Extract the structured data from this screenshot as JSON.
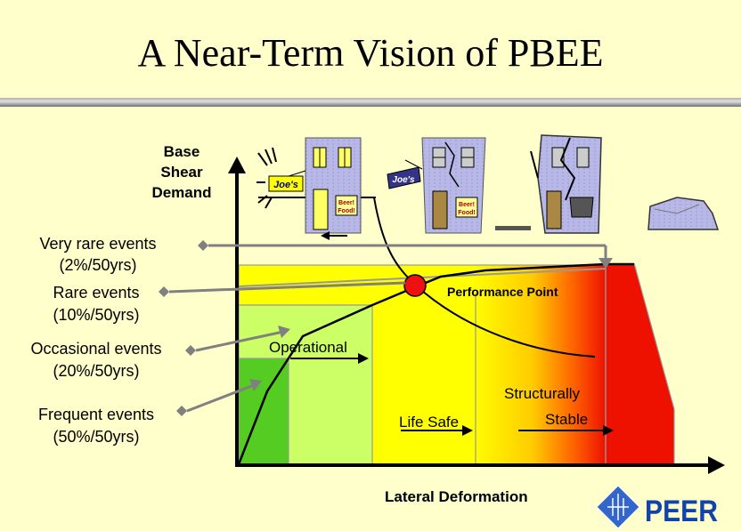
{
  "title": "A Near-Term Vision of PBEE",
  "axes": {
    "y_label": [
      "Base",
      "Shear",
      "Demand"
    ],
    "x_label": "Lateral Deformation"
  },
  "events": [
    {
      "name": "Very rare events",
      "period": "(2%/50yrs)"
    },
    {
      "name": "Rare events",
      "period": "(10%/50yrs)"
    },
    {
      "name": "Occasional events",
      "period": "(20%/50yrs)"
    },
    {
      "name": "Frequent events",
      "period": "(50%/50yrs)"
    }
  ],
  "levels": {
    "operational": "Operational",
    "life_safe": "Life Safe",
    "structurally_stable": [
      "Structurally",
      "Stable"
    ]
  },
  "performance_point": "Performance Point",
  "signs": {
    "joes": "Joe's",
    "beer": "Beer!",
    "food": "Food!"
  },
  "logo": "PEER",
  "colors": {
    "background": "#FFFFCC",
    "frequent_zone": "#55CC22",
    "occasional_zone": "#CCFF66",
    "yellow_zone": "#FFFF00",
    "red_zone": "#EE1100",
    "performance_point": "#EE1111",
    "arrow_gray": "#808080"
  }
}
